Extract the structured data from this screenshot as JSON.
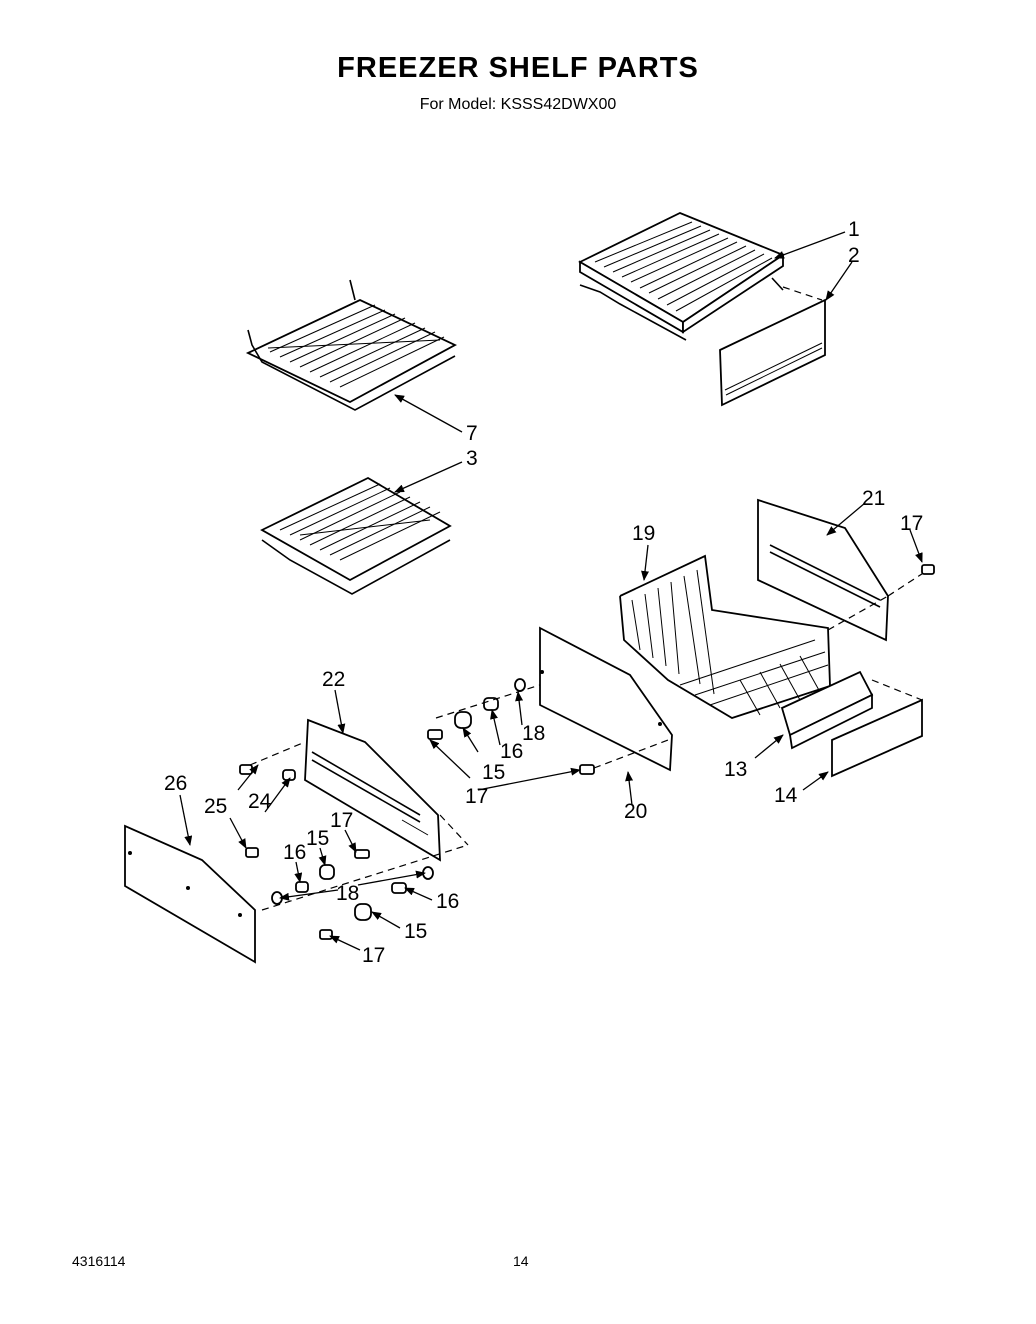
{
  "header": {
    "title": "FREEZER SHELF PARTS",
    "subtitle": "For Model: KSSS42DWX00"
  },
  "footer": {
    "doc_number": "4316114",
    "page_number": "14"
  },
  "callouts": {
    "c1": "1",
    "c2": "2",
    "c7": "7",
    "c3": "3",
    "c21": "21",
    "c17a": "17",
    "c19": "19",
    "c22": "22",
    "c18a": "18",
    "c16a": "16",
    "c15a": "15",
    "c17b": "17",
    "c20": "20",
    "c13": "13",
    "c14": "14",
    "c26": "26",
    "c25": "25",
    "c24": "24",
    "c17c": "17",
    "c15b": "15",
    "c16b": "16",
    "c18b": "18",
    "c16c": "16",
    "c15c": "15",
    "c17d": "17"
  }
}
